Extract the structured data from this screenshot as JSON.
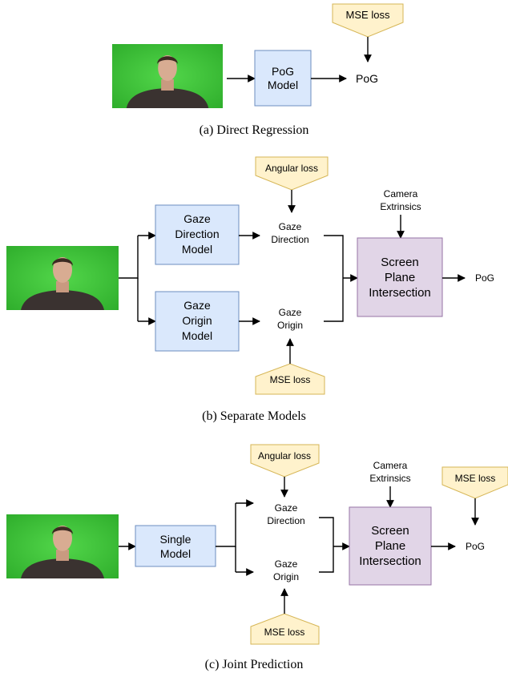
{
  "colors": {
    "model_fill": "#dae8fc",
    "model_stroke": "#6c8ebf",
    "intersect_fill": "#e1d5e7",
    "intersect_stroke": "#9673a6",
    "loss_fill": "#fff2cc",
    "loss_stroke": "#d6b656",
    "photo_green": "#3ec23a"
  },
  "panel_a": {
    "model": [
      "PoG",
      "Model"
    ],
    "loss": "MSE loss",
    "output": "PoG",
    "caption": "(a) Direct Regression"
  },
  "panel_b": {
    "direction_model": [
      "Gaze",
      "Direction",
      "Model"
    ],
    "origin_model": [
      "Gaze",
      "Origin",
      "Model"
    ],
    "direction_label": [
      "Gaze",
      "Direction"
    ],
    "origin_label": [
      "Gaze",
      "Origin"
    ],
    "angular_loss": "Angular loss",
    "mse_loss": "MSE loss",
    "camera": [
      "Camera",
      "Extrinsics"
    ],
    "intersection": [
      "Screen",
      "Plane",
      "Intersection"
    ],
    "output": "PoG",
    "caption": "(b) Separate Models"
  },
  "panel_c": {
    "model": [
      "Single",
      "Model"
    ],
    "direction_label": [
      "Gaze",
      "Direction"
    ],
    "origin_label": [
      "Gaze",
      "Origin"
    ],
    "angular_loss": "Angular loss",
    "mse_loss_bottom": "MSE loss",
    "mse_loss_pog": "MSE loss",
    "camera": [
      "Camera",
      "Extrinsics"
    ],
    "intersection": [
      "Screen",
      "Plane",
      "Intersection"
    ],
    "output": "PoG",
    "caption": "(c) Joint Prediction"
  }
}
